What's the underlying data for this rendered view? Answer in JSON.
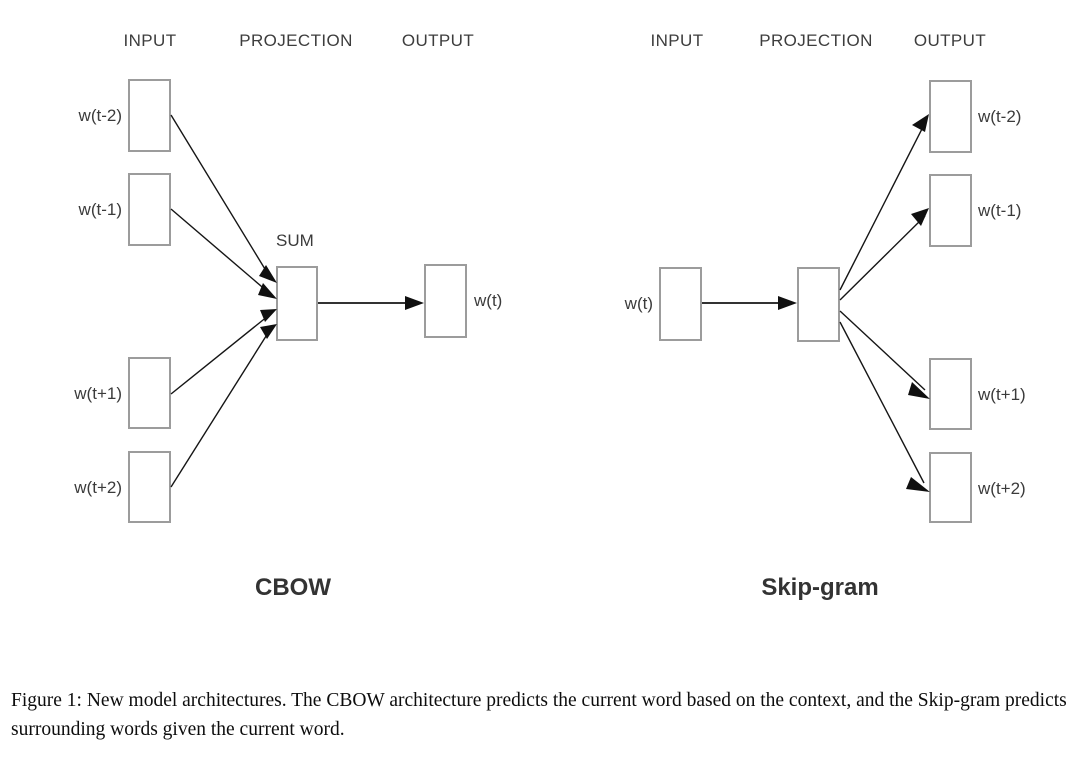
{
  "figure": {
    "caption": "Figure 1: New model architectures. The CBOW architecture predicts the current word based on the context, and the Skip-gram predicts surrounding words given the current word.",
    "background_color": "#ffffff",
    "box_stroke_color": "#9c9c9c",
    "text_color": "#3b3b3b",
    "arrow_color": "#101010"
  },
  "cbow": {
    "title": "CBOW",
    "headers": {
      "input": "INPUT",
      "projection": "PROJECTION",
      "output": "OUTPUT"
    },
    "projection_label": "SUM",
    "input_labels": [
      "w(t-2)",
      "w(t-1)",
      "w(t+1)",
      "w(t+2)"
    ],
    "output_labels": [
      "w(t)"
    ]
  },
  "skipgram": {
    "title": "Skip-gram",
    "headers": {
      "input": "INPUT",
      "projection": "PROJECTION",
      "output": "OUTPUT"
    },
    "projection_label": "",
    "input_labels": [
      "w(t)"
    ],
    "output_labels": [
      "w(t-2)",
      "w(t-1)",
      "w(t+1)",
      "w(t+2)"
    ]
  }
}
